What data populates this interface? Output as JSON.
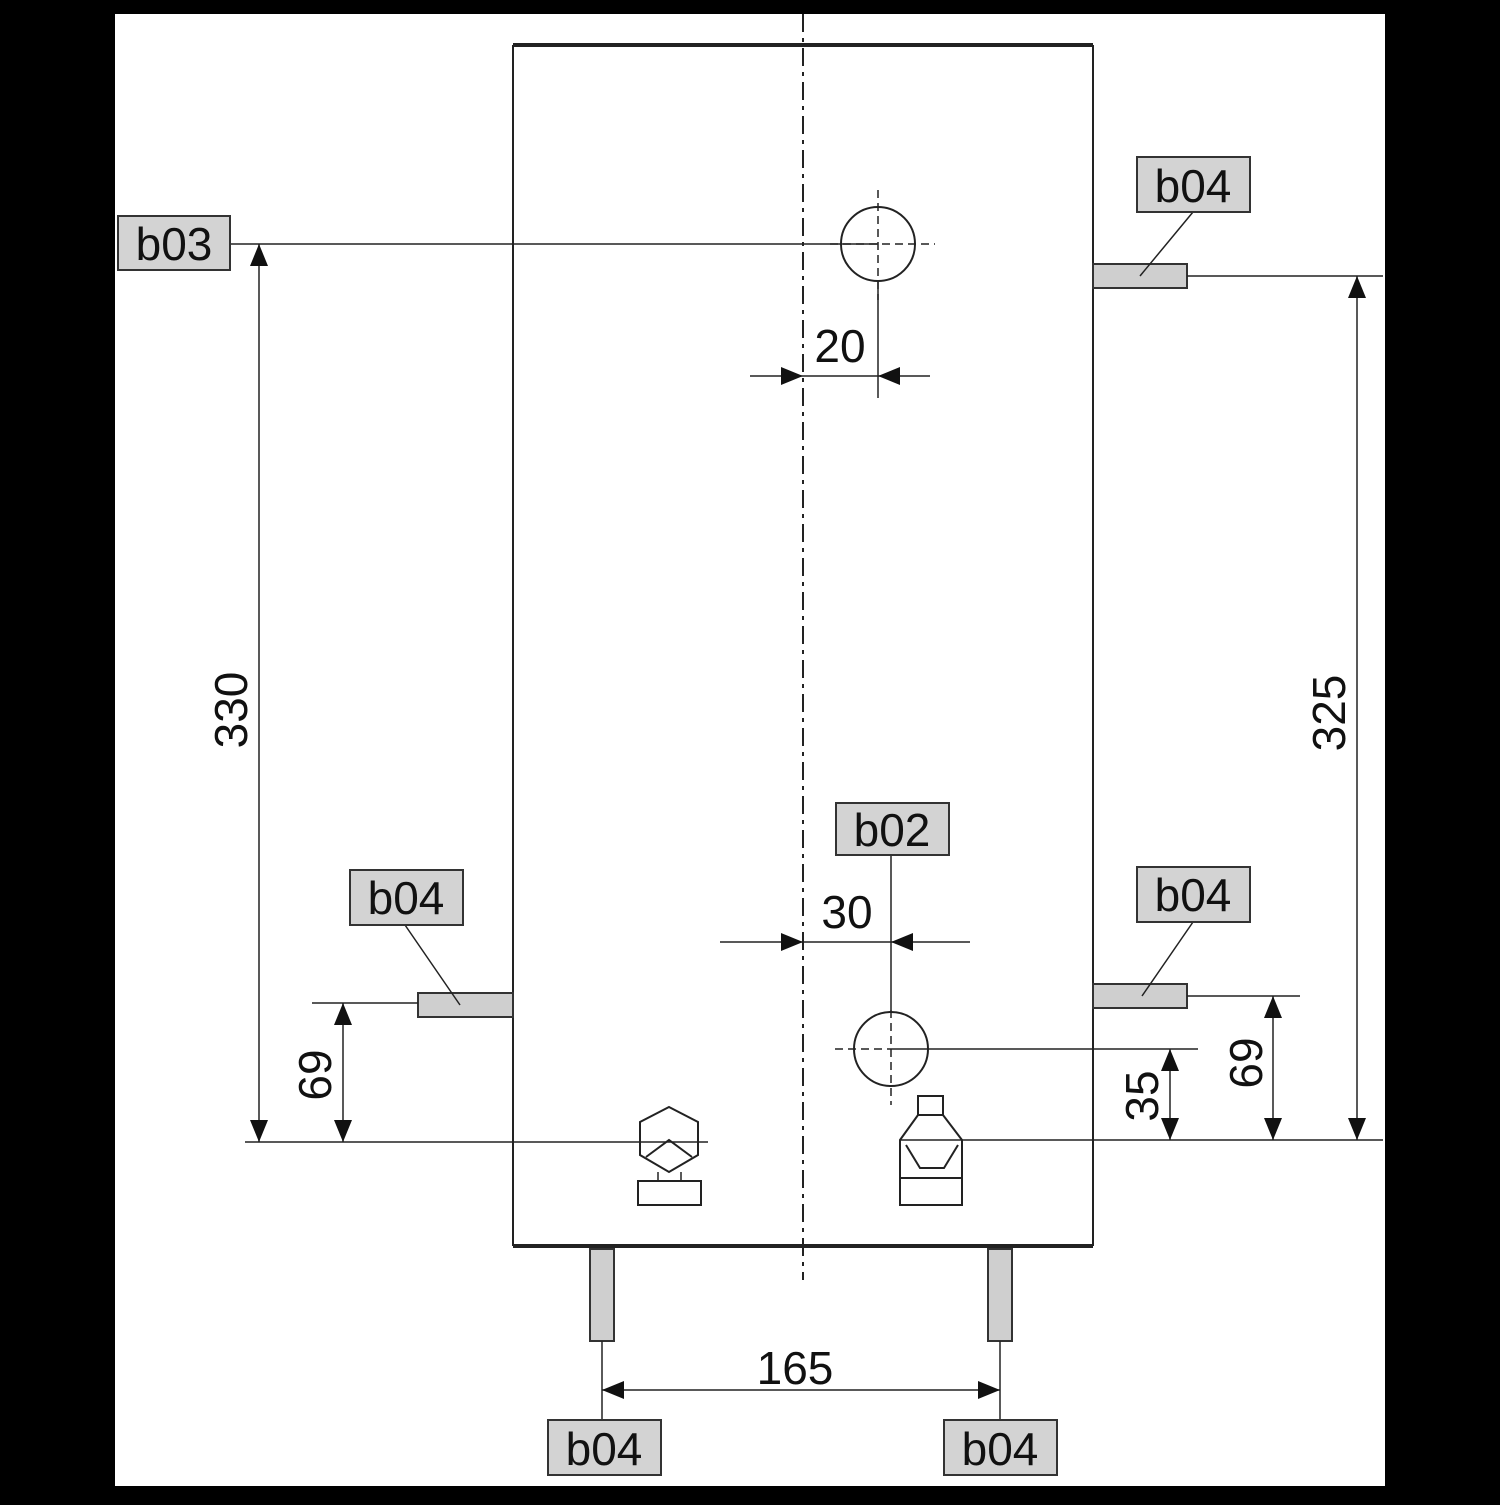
{
  "colors": {
    "frame": "#000000",
    "paper": "#ffffff",
    "tag_fill": "#d3d3d3",
    "ink": "#222222"
  },
  "labels": {
    "b03": "b03",
    "b02": "b02",
    "b04": "b04"
  },
  "dimensions": {
    "d20": "20",
    "d30": "30",
    "d330": "330",
    "d325": "325",
    "d69_left": "69",
    "d69_right": "69",
    "d35": "35",
    "d165": "165"
  }
}
